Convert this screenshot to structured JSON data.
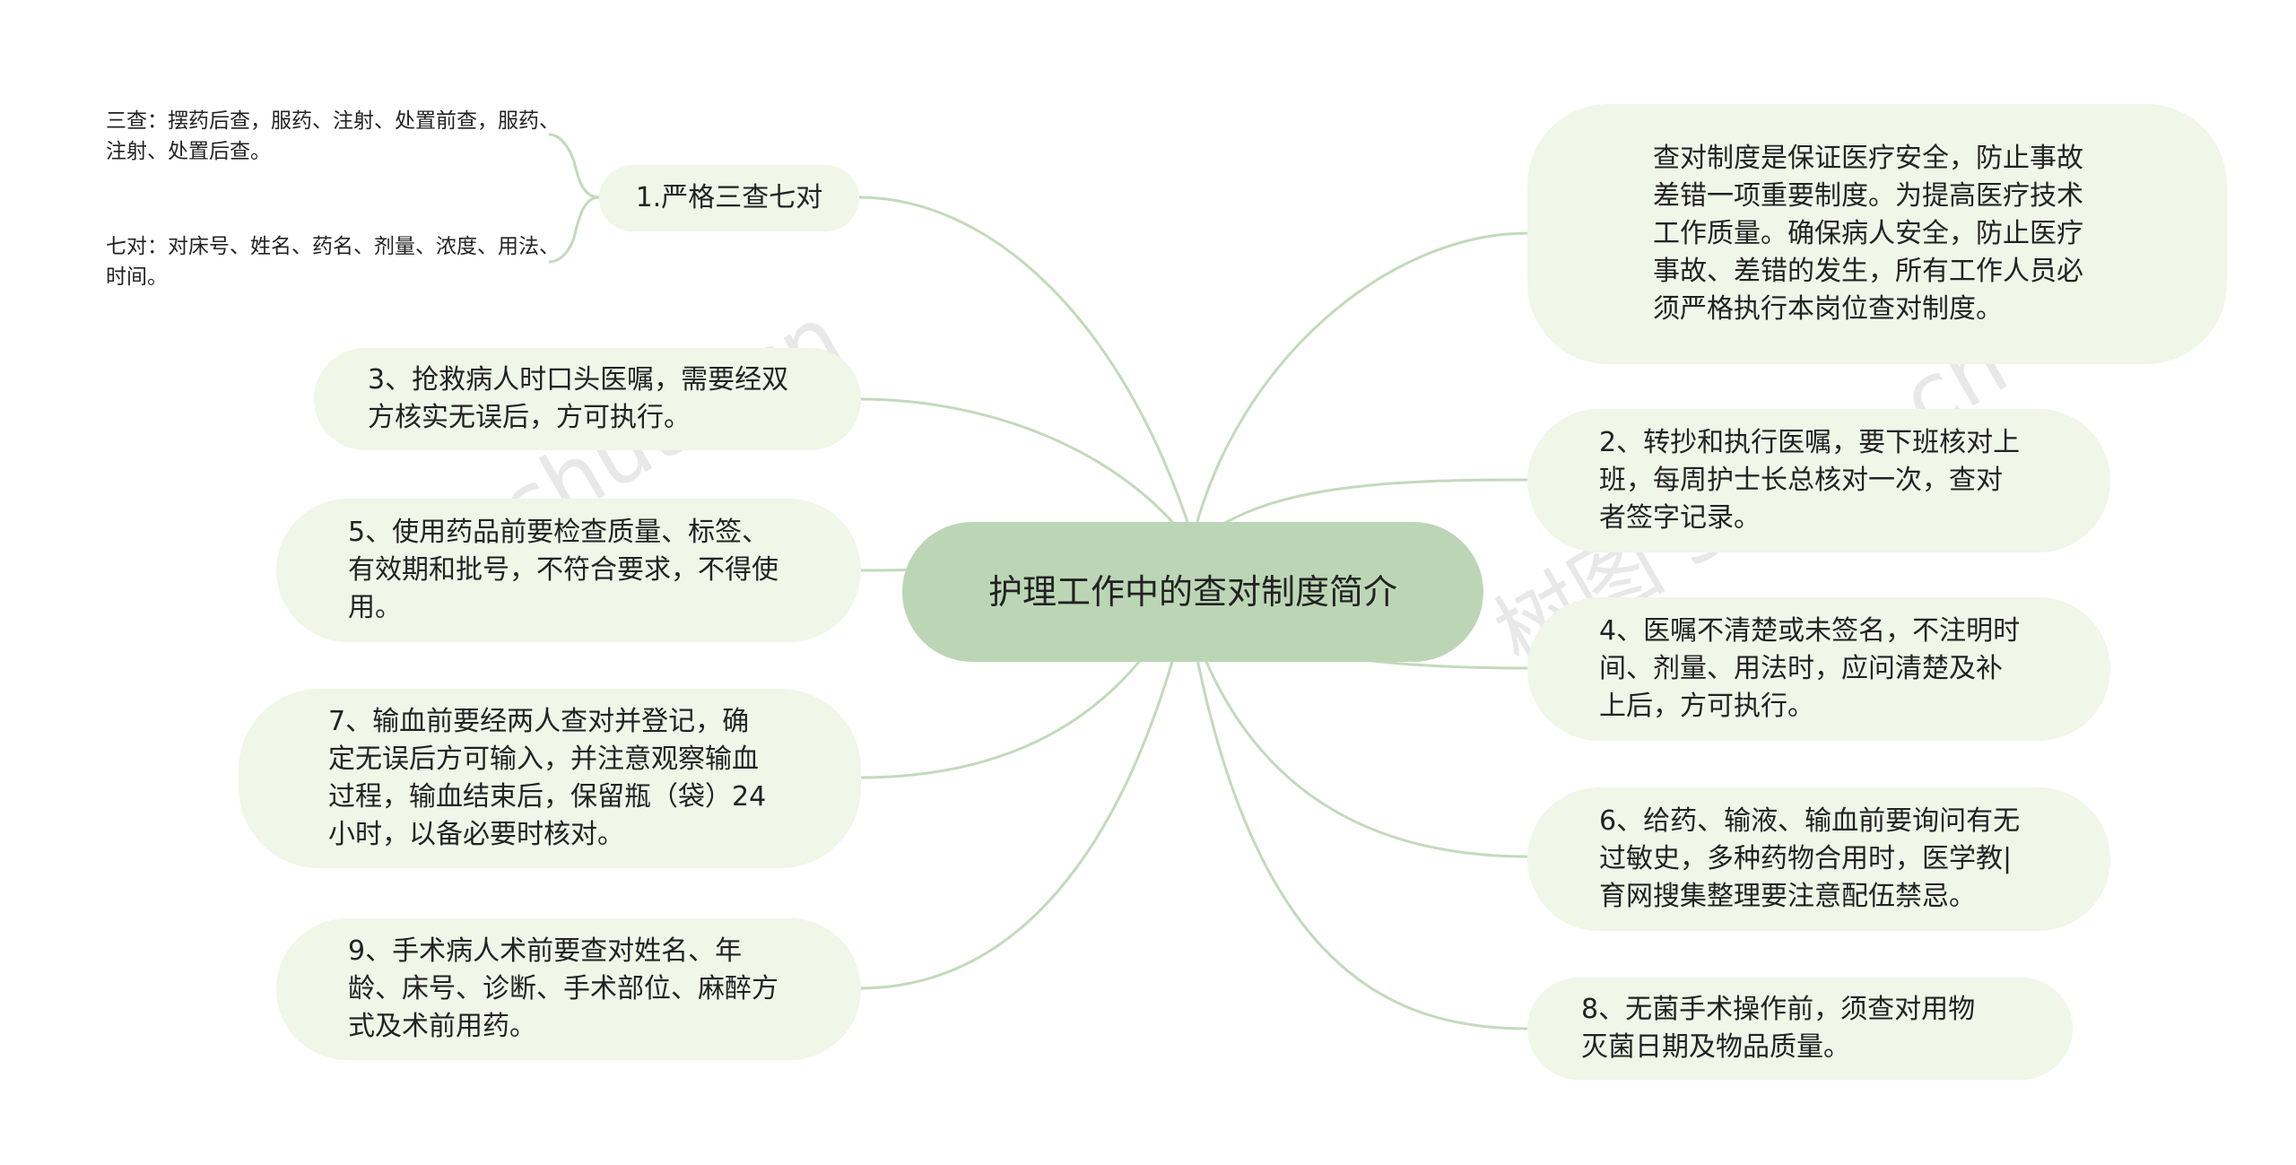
{
  "center": {
    "title": "护理工作中的查对制度简介"
  },
  "left": {
    "n1": {
      "label": "1.严格三查七对"
    },
    "n1_children": [
      "三查：摆药后查，服药、注射、处置前查，服药、注射、处置后查。",
      "七对：对床号、姓名、药名、剂量、浓度、用法、时间。"
    ],
    "n3": {
      "label": "3、抢救病人时口头医嘱，需要经双方核实无误后，方可执行。"
    },
    "n5": {
      "label": "5、使用药品前要检查质量、标签、有效期和批号，不符合要求，不得使用。"
    },
    "n7": {
      "label": "7、输血前要经两人查对并登记，确定无误后方可输入，并注意观察输血过程，输血结束后，保留瓶（袋）24小时，以备必要时核对。"
    },
    "n9": {
      "label": "9、手术病人术前要查对姓名、年龄、床号、诊断、手术部位、麻醉方式及术前用药。"
    }
  },
  "right": {
    "intro": {
      "label": "查对制度是保证医疗安全，防止事故差错一项重要制度。为提高医疗技术工作质量。确保病人安全，防止医疗事故、差错的发生，所有工作人员必须严格执行本岗位查对制度。"
    },
    "n2": {
      "label": "2、转抄和执行医嘱，要下班核对上班，每周护士长总核对一次，查对者签字记录。"
    },
    "n4": {
      "label": "4、医嘱不清楚或未签名，不注明时间、剂量、用法时，应问清楚及补上后，方可执行。"
    },
    "n6": {
      "label": "6、给药、输液、输血前要询问有无过敏史，多种药物合用时，医学教|育网搜集整理要注意配伍禁忌。"
    },
    "n8": {
      "label": "8、无菌手术操作前，须查对用物灭菌日期及物品质量。"
    }
  },
  "watermarks": [
    "树图 shutu.cn",
    "树图 shutu.cn"
  ],
  "colors": {
    "center_fill": "#bcd6b5",
    "node_fill": "#f0f6e8",
    "line": "#bcd6b5"
  }
}
